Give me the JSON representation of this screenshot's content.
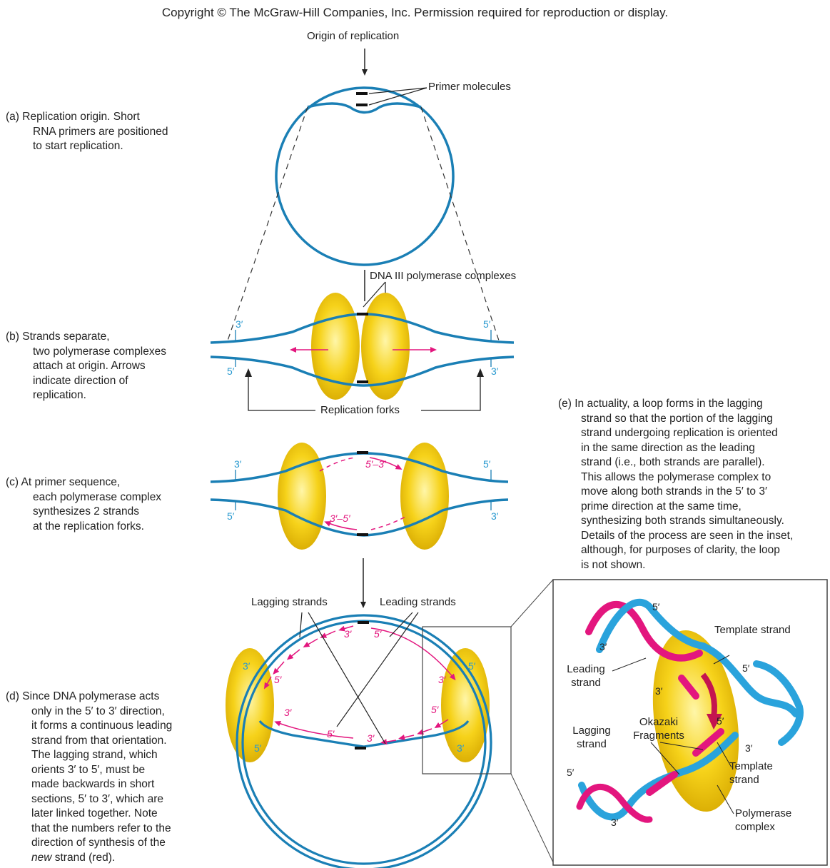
{
  "copyright": "Copyright © The McGraw-Hill Companies, Inc. Permission required for reproduction or display.",
  "labels": {
    "origin": "Origin of replication",
    "primers": "Primer molecules",
    "polymerase": "DNA III polymerase complexes",
    "forks": "Replication forks",
    "lagging_strands": "Lagging strands",
    "leading_strands": "Leading strands",
    "template_strand": "Template strand",
    "leading_strand": "Leading strand",
    "lagging_strand": "Lagging strand",
    "okazaki": "Okazaki Fragments",
    "polymerase_complex": "Polymerase complex"
  },
  "captions": {
    "a_1": "(a) Replication origin. Short",
    "a_2": "RNA primers are positioned",
    "a_3": "to start replication.",
    "b_1": "(b) Strands separate,",
    "b_2": "two polymerase complexes",
    "b_3": "attach at origin. Arrows",
    "b_4": "indicate direction of",
    "b_5": "replication.",
    "c_1": "(c) At primer sequence,",
    "c_2": "each polymerase complex",
    "c_3": "synthesizes 2 strands",
    "c_4": "at the replication forks.",
    "d_1": "(d) Since DNA polymerase acts",
    "d_2": "only in the 5′ to 3′ direction,",
    "d_3": "it forms a continuous leading",
    "d_4": "strand from that orientation.",
    "d_5": "The lagging strand, which",
    "d_6": "orients 3′ to 5′, must be",
    "d_7": "made backwards in short",
    "d_8": "sections, 5′ to 3′, which are",
    "d_9": "later linked together. Note",
    "d_10": "that the numbers refer to the",
    "d_11": "direction of synthesis of the",
    "d_12_italic": "new",
    "d_12_rest": " strand (red).",
    "e_1": "(e) In actuality, a loop forms in the lagging",
    "e_2": "strand so that the portion of the lagging",
    "e_3": "strand undergoing replication is oriented",
    "e_4": "in the same direction as the leading",
    "e_5": "strand (i.e., both strands are parallel).",
    "e_6": "This allows the polymerase complex to",
    "e_7": "move along both strands in the 5′ to 3′",
    "e_8": "prime direction at the same time,",
    "e_9": "synthesizing both strands simultaneously.",
    "e_10": "Details of the process are seen in the inset,",
    "e_11": "although, for purposes of clarity, the loop",
    "e_12": "is not shown."
  },
  "ends": {
    "three": "3′",
    "five": "5′",
    "five_three": "5′–3′",
    "three_five": "3′–5′"
  },
  "colors": {
    "dna_strand": "#1a7fb5",
    "new_strand": "#e3167e",
    "polymerase": "#f2c400",
    "end_label": "#2a9ad0"
  }
}
